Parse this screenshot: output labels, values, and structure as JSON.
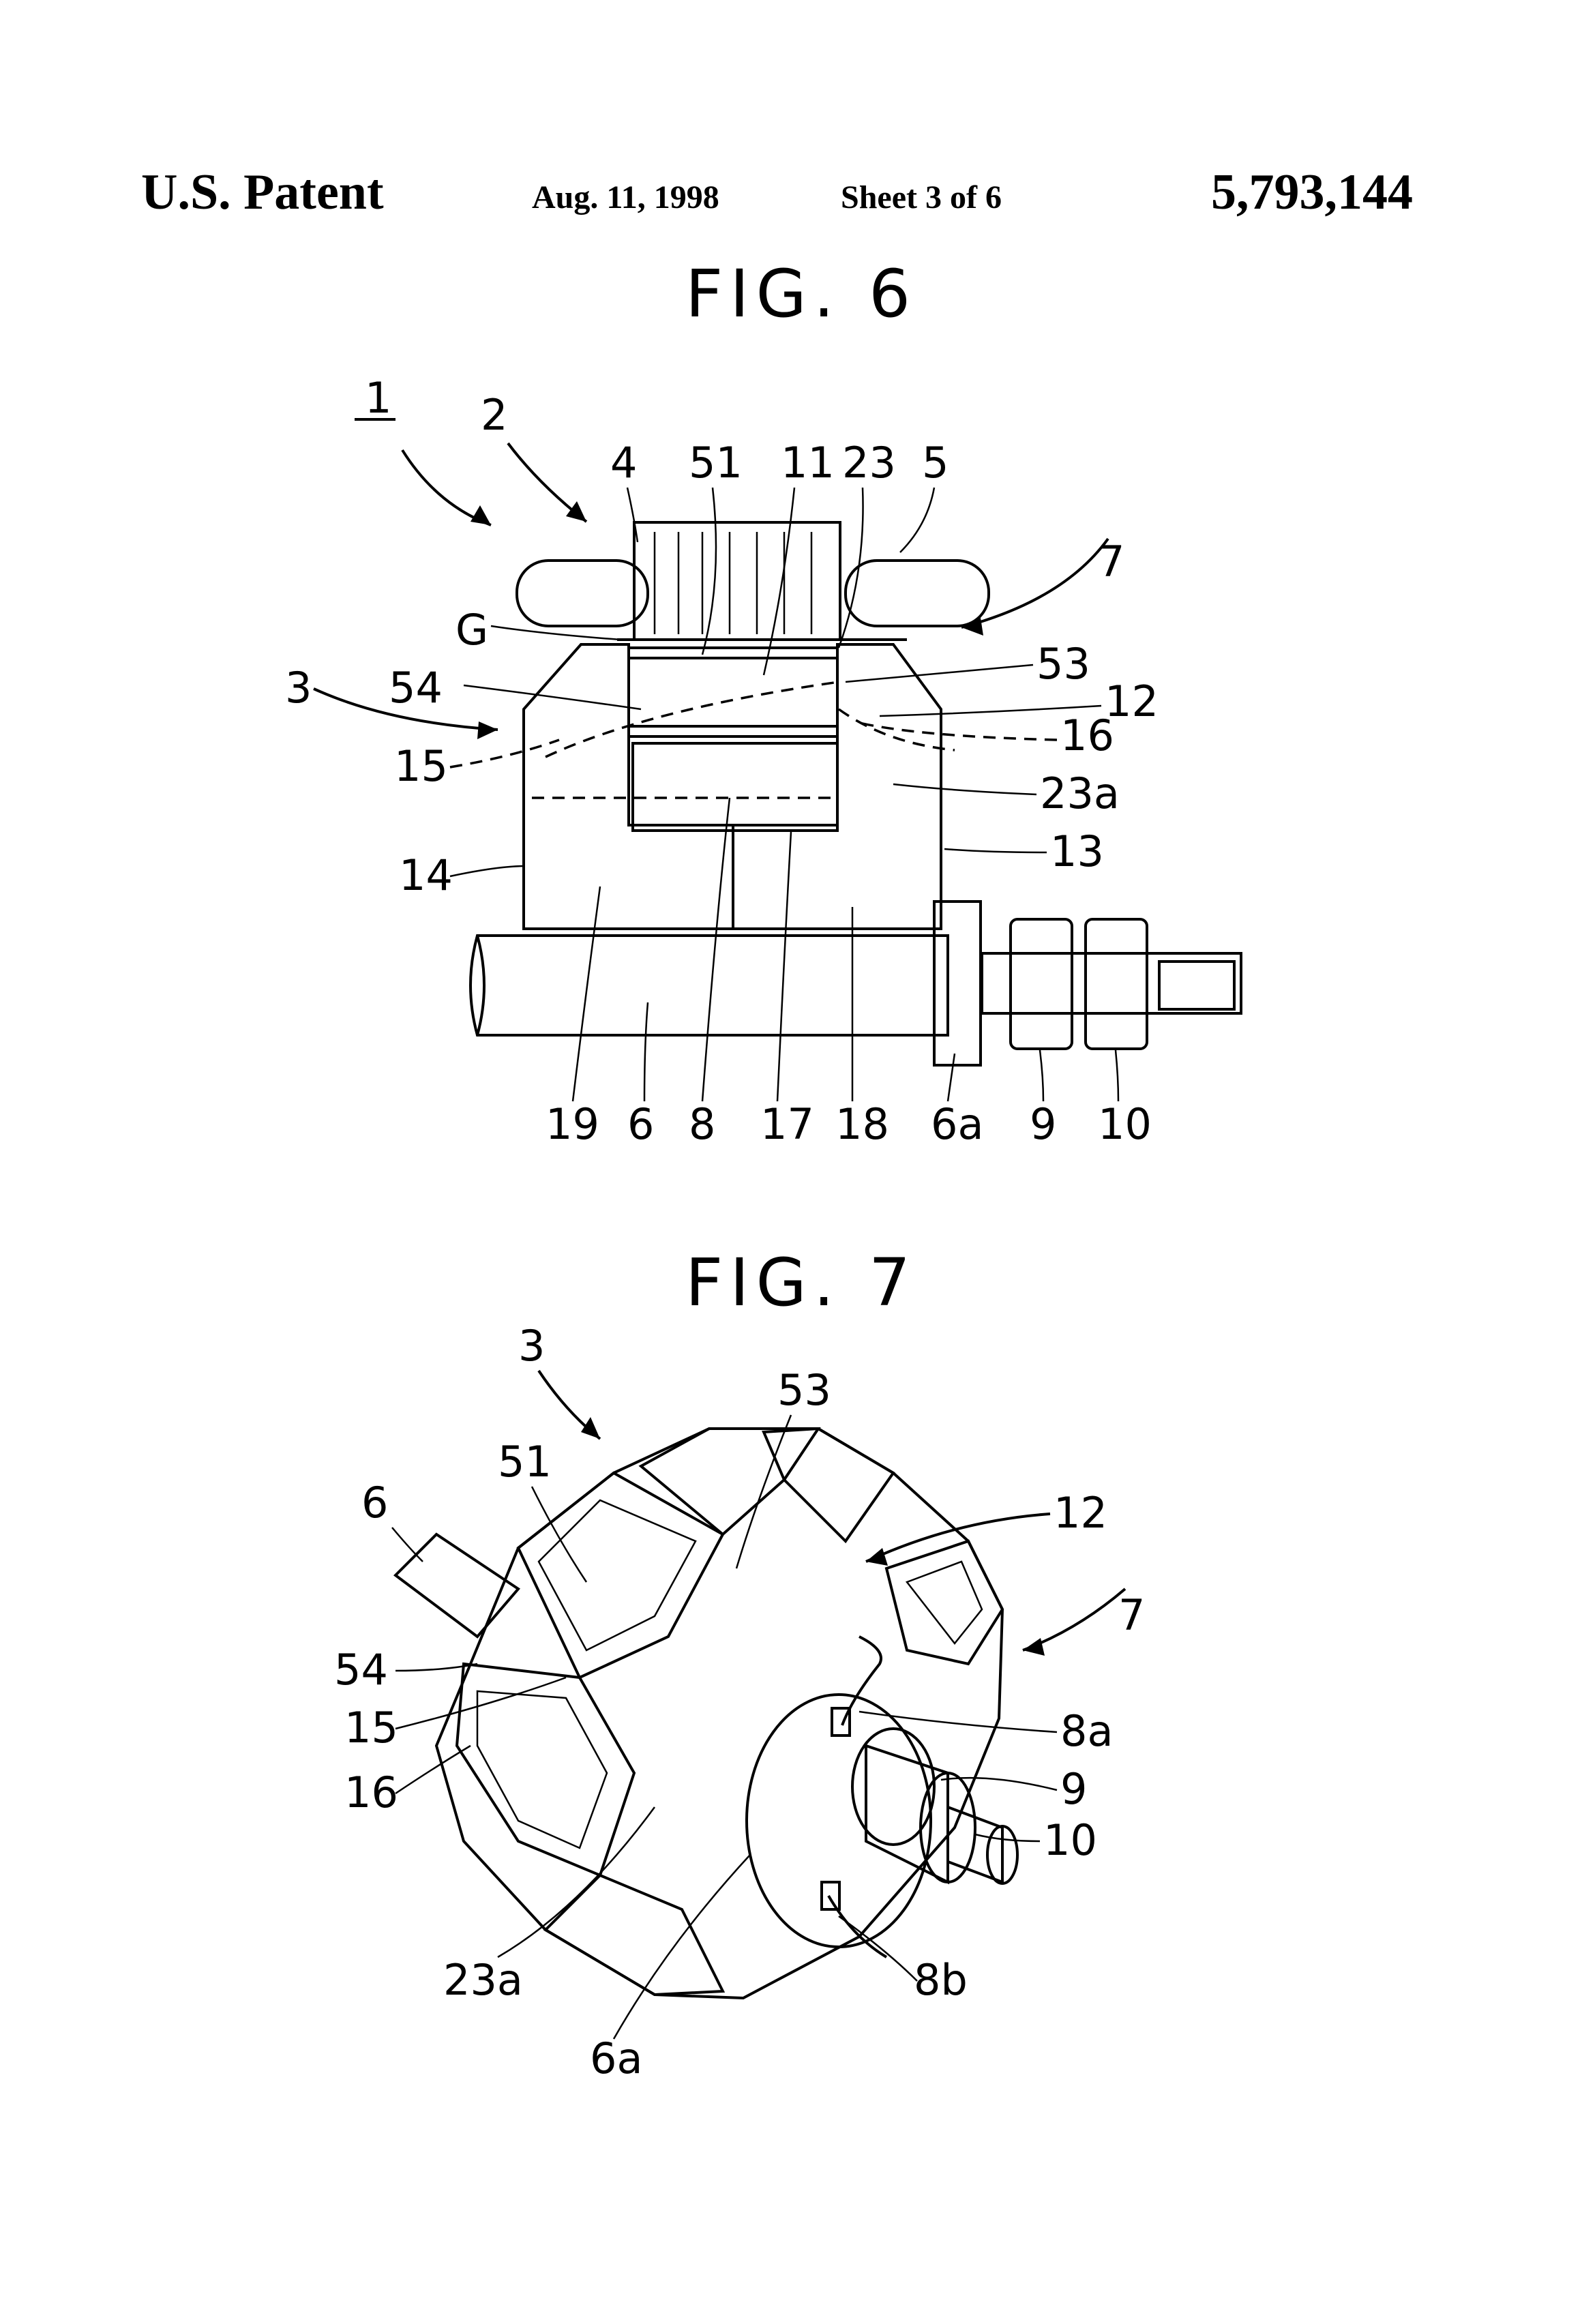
{
  "header": {
    "left": "U.S. Patent",
    "date": "Aug. 11, 1998",
    "sheet": "Sheet 3 of 6",
    "patent_number": "5,793,144"
  },
  "fig6": {
    "title": "FIG. 6",
    "labels": [
      "1",
      "2",
      "4",
      "51",
      "11",
      "23",
      "5",
      "7",
      "G",
      "53",
      "3",
      "54",
      "12",
      "16",
      "15",
      "23a",
      "13",
      "14",
      "19",
      "6",
      "8",
      "17",
      "18",
      "6a",
      "9",
      "10"
    ]
  },
  "fig7": {
    "title": "FIG. 7",
    "labels": [
      "3",
      "53",
      "51",
      "6",
      "12",
      "7",
      "54",
      "15",
      "8a",
      "16",
      "9",
      "10",
      "23a",
      "8b",
      "6a"
    ]
  }
}
